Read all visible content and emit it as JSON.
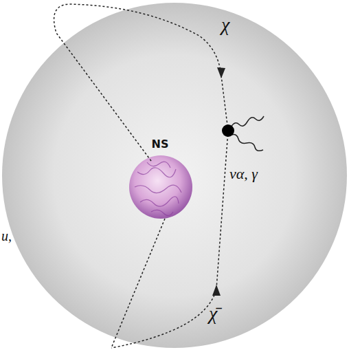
{
  "diagram": {
    "nodes": [
      {
        "text": [
          "NS"
        ]
      }
    ],
    "labels": [
      "χ",
      "να, γ",
      "χ̄",
      "u,"
    ]
  }
}
